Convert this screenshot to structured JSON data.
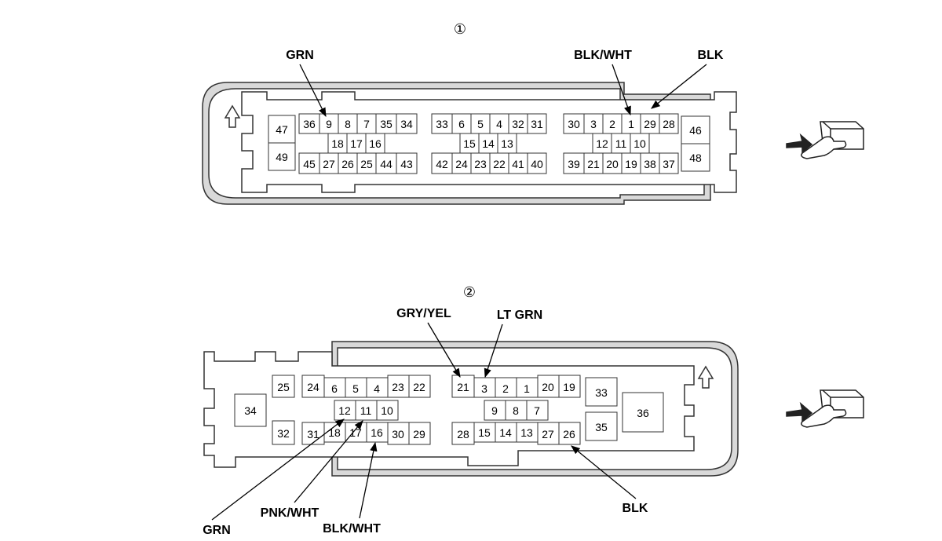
{
  "connector1": {
    "marker": "①",
    "labels": {
      "grn": "GRN",
      "blk_wht": "BLK/WHT",
      "blk": "BLK"
    },
    "pins": {
      "p47": "47",
      "p49": "49",
      "p36": "36",
      "p9": "9",
      "p8": "8",
      "p7": "7",
      "p35": "35",
      "p34": "34",
      "p18": "18",
      "p17": "17",
      "p16": "16",
      "p45": "45",
      "p27": "27",
      "p26": "26",
      "p25": "25",
      "p44": "44",
      "p43": "43",
      "p33": "33",
      "p6": "6",
      "p5": "5",
      "p4": "4",
      "p32": "32",
      "p31": "31",
      "p15": "15",
      "p14": "14",
      "p13": "13",
      "p42": "42",
      "p24": "24",
      "p23": "23",
      "p22": "22",
      "p41": "41",
      "p40": "40",
      "p30": "30",
      "p3": "3",
      "p2": "2",
      "p1": "1",
      "p29": "29",
      "p28": "28",
      "p12": "12",
      "p11": "11",
      "p10": "10",
      "p39": "39",
      "p21": "21",
      "p20": "20",
      "p19": "19",
      "p38": "38",
      "p37": "37",
      "p46": "46",
      "p48": "48"
    }
  },
  "connector2": {
    "marker": "②",
    "labels": {
      "gry_yel": "GRY/YEL",
      "lt_grn": "LT GRN",
      "grn": "GRN",
      "pnk_wht": "PNK/WHT",
      "blk_wht": "BLK/WHT",
      "blk": "BLK"
    },
    "pins": {
      "p34": "34",
      "p25": "25",
      "p32": "32",
      "p24": "24",
      "p6": "6",
      "p5": "5",
      "p4": "4",
      "p23": "23",
      "p22": "22",
      "p12": "12",
      "p11": "11",
      "p10": "10",
      "p31": "31",
      "p18": "18",
      "p17": "17",
      "p16": "16",
      "p30": "30",
      "p29": "29",
      "p21": "21",
      "p3": "3",
      "p2": "2",
      "p1": "1",
      "p20": "20",
      "p19": "19",
      "p9": "9",
      "p8": "8",
      "p7": "7",
      "p28": "28",
      "p15": "15",
      "p14": "14",
      "p13": "13",
      "p27": "27",
      "p26": "26",
      "p33": "33",
      "p35": "35",
      "p36": "36"
    }
  },
  "icons": {
    "up_arrow": "up-arrow-icon",
    "hand_insert": "hand-connector-icon"
  }
}
